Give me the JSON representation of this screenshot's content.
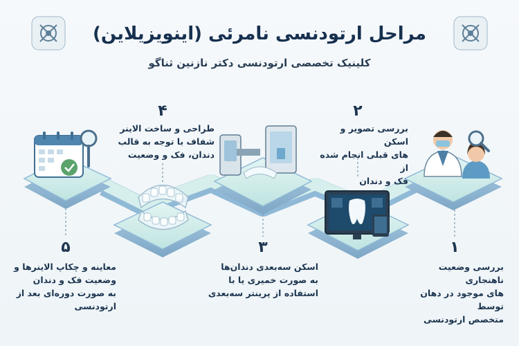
{
  "header": {
    "title": "مراحل ارتودنسی نامرئی (اینویزیلاین)",
    "subtitle": "کلینیک تخصصی ارتودنسی دکتر نازنین ثناگو"
  },
  "steps": [
    {
      "number": "۱",
      "text_lines": [
        "بررسی وضعیت ناهنجاری",
        "های موجود در دهان توسط",
        "متخصص ارتودنسی"
      ]
    },
    {
      "number": "۲",
      "text_lines": [
        "بررسی تصویر و اسکن",
        "های قبلی انجام شده از",
        "فک و دندان"
      ]
    },
    {
      "number": "۳",
      "text_lines": [
        "اسکن سه‌بعدی دندان‌ها",
        "به صورت خمیری یا با",
        "استفاده از پرینتر سه‌بعدی"
      ]
    },
    {
      "number": "۴",
      "text_lines": [
        "طراحی و ساخت الاینر",
        "شفاف با توجه به قالب",
        "دندان، فک و وضعیت"
      ]
    },
    {
      "number": "۵",
      "text_lines": [
        "معاینه و چکاپ الاینرها و",
        "وضعیت فک و دندان",
        "به صورت دوره‌ای بعد از",
        "ارتودنسی"
      ]
    }
  ],
  "icons": {
    "step1": "doctor-patient-icon",
    "step2": "monitor-tooth-scan-icon",
    "step3": "3d-printer-icon",
    "step4": "clear-aligner-icon",
    "step5": "calendar-check-icon"
  },
  "colors": {
    "platform_top": "#d9f0ef",
    "platform_side": "#8fb9d6",
    "title": "#16304f"
  }
}
